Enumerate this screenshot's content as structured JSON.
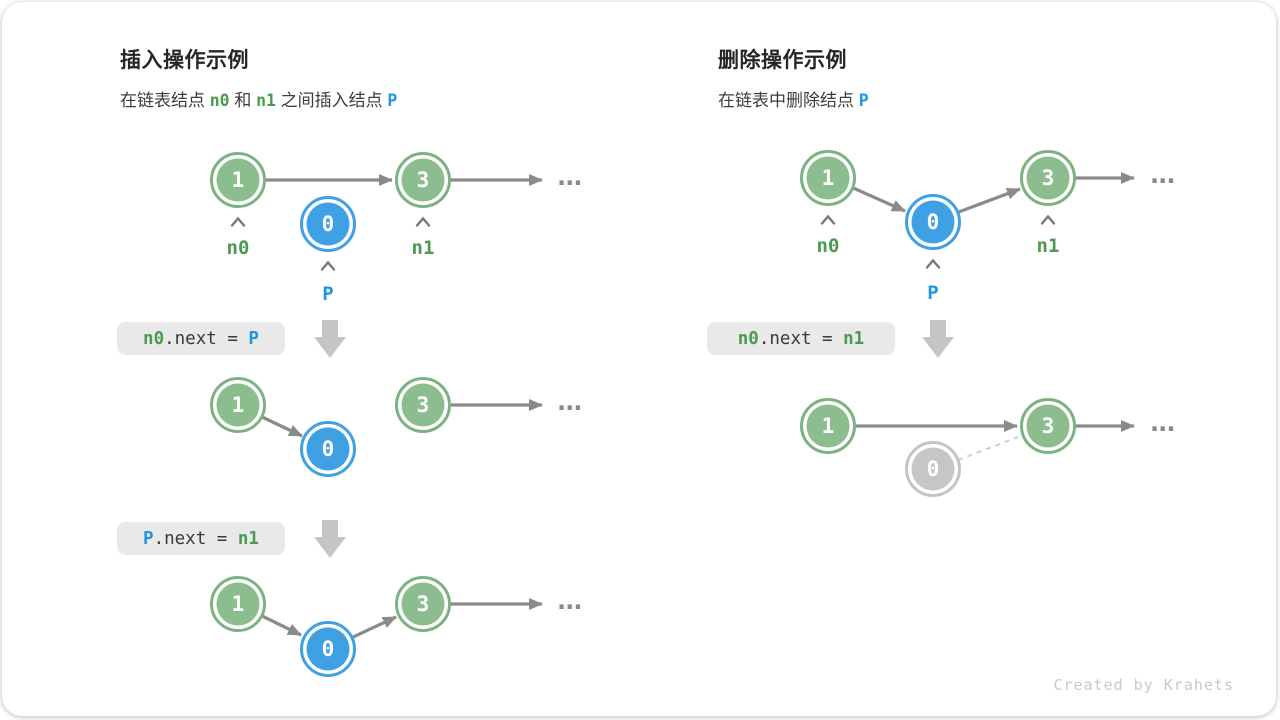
{
  "credit": "Created by Krahets",
  "colors": {
    "node_green_fill": "#8CBD8E",
    "node_green_ring": "#7DB280",
    "node_blue_fill": "#3FA0E3",
    "node_gray_fill": "#C6C6C6",
    "arrow_gray": "#8A8A8A",
    "label_green": "#4A9B50",
    "label_blue": "#2196E0",
    "code_box_bg": "#E9E9E9",
    "block_arrow_gray": "#C5C5C5"
  },
  "insert": {
    "title": "插入操作示例",
    "subtitle": [
      {
        "t": "在链表结点 "
      },
      {
        "t": "n0"
      },
      {
        "t": " 和 "
      },
      {
        "t": "n1"
      },
      {
        "t": " 之间插入结点 "
      },
      {
        "t": "P"
      }
    ],
    "initial": {
      "node1": "1",
      "node3": "3",
      "nodeP": "0",
      "label_n0": "n0",
      "label_n1": "n1",
      "label_p": "P",
      "ellipsis": "..."
    },
    "step1": {
      "code": [
        {
          "t": "n0"
        },
        {
          "t": ".next = "
        },
        {
          "t": "P"
        }
      ],
      "node1": "1",
      "nodeP": "0",
      "node3": "3",
      "ellipsis": "..."
    },
    "step2": {
      "code": [
        {
          "t": "P"
        },
        {
          "t": ".next = "
        },
        {
          "t": "n1"
        }
      ],
      "node1": "1",
      "nodeP": "0",
      "node3": "3",
      "ellipsis": "..."
    }
  },
  "delete": {
    "title": "删除操作示例",
    "subtitle": [
      {
        "t": "在链表中删除结点 "
      },
      {
        "t": "P"
      }
    ],
    "initial": {
      "node1": "1",
      "nodeP": "0",
      "node3": "3",
      "label_n0": "n0",
      "label_n1": "n1",
      "label_p": "P",
      "ellipsis": "..."
    },
    "step1": {
      "code": [
        {
          "t": "n0"
        },
        {
          "t": ".next = "
        },
        {
          "t": "n1"
        }
      ],
      "node1": "1",
      "node3": "3",
      "nodeP": "0",
      "ellipsis": "..."
    }
  }
}
